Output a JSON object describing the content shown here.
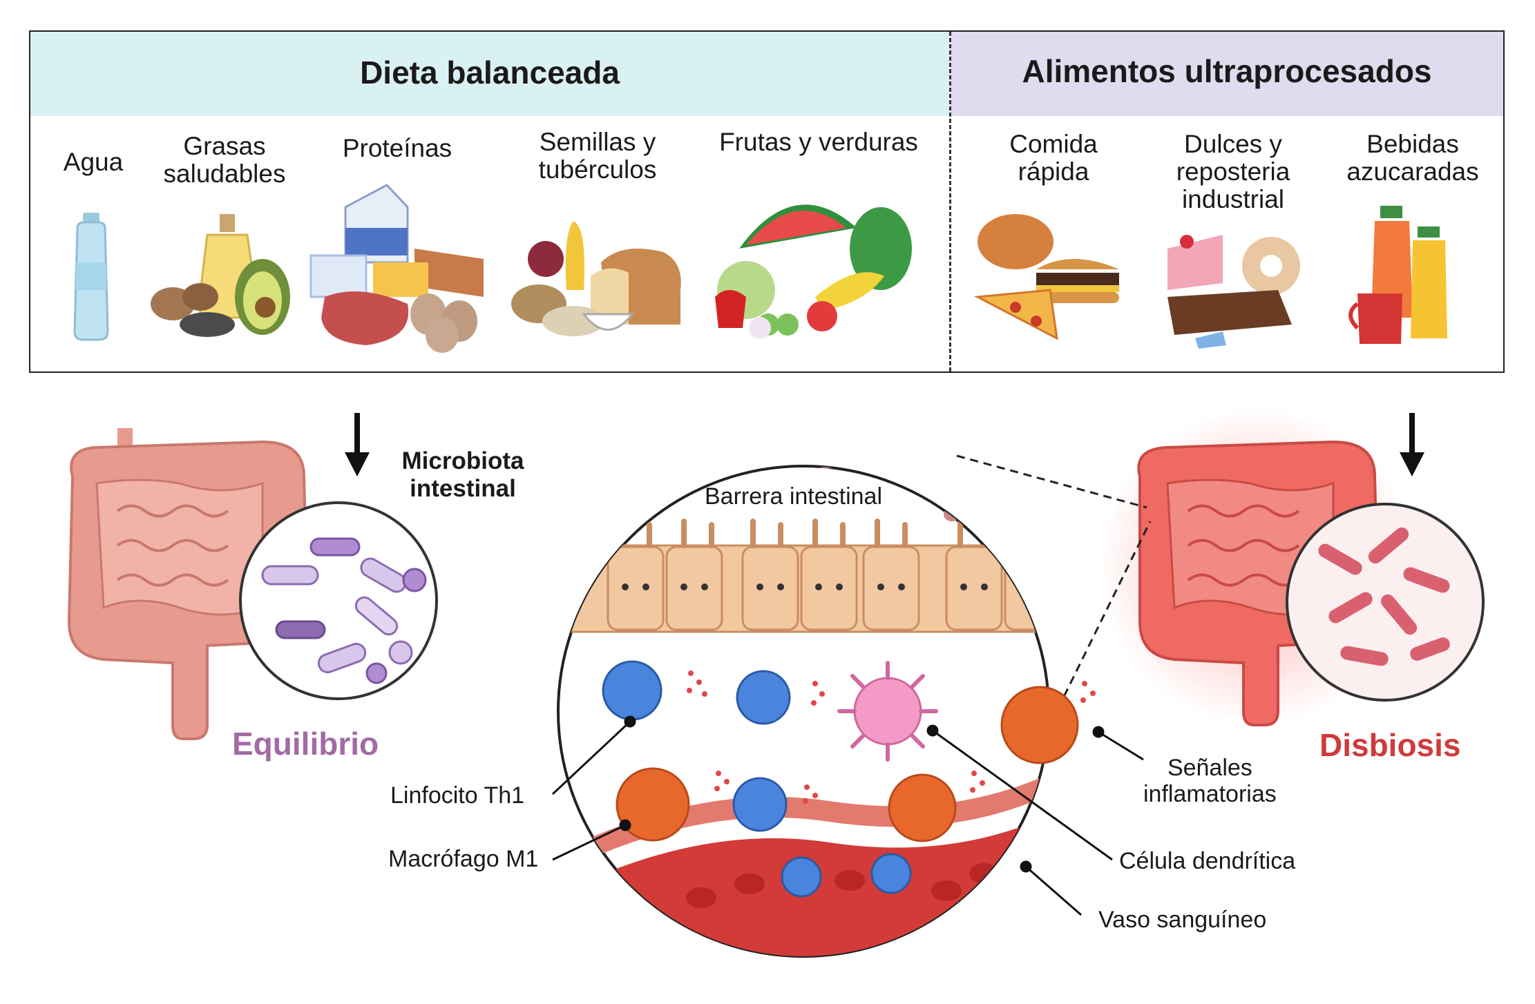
{
  "panels": {
    "balanced": {
      "title": "Dieta balanceada",
      "items": [
        {
          "label_lines": [
            "Agua"
          ],
          "icon": "water-bottle-icon"
        },
        {
          "label_lines": [
            "Grasas",
            "saludables"
          ],
          "icon": "oil-avocado-nuts-icon"
        },
        {
          "label_lines": [
            "Proteínas"
          ],
          "icon": "milk-meat-eggs-icon"
        },
        {
          "label_lines": [
            "Semillas y",
            "tubérculos"
          ],
          "icon": "grains-bread-icon"
        },
        {
          "label_lines": [
            "Frutas y verduras"
          ],
          "icon": "fruits-vegetables-icon"
        }
      ]
    },
    "ultraprocessed": {
      "title": "Alimentos ultraprocesados",
      "items": [
        {
          "label_lines": [
            "Comida",
            "rápida"
          ],
          "icon": "fast-food-icon"
        },
        {
          "label_lines": [
            "Dulces y",
            "reposteria",
            "industrial"
          ],
          "icon": "sweets-icon"
        },
        {
          "label_lines": [
            "Bebidas",
            "azucaradas"
          ],
          "icon": "sugary-drinks-icon"
        }
      ]
    }
  },
  "left_state": {
    "label": "Equilibrio",
    "microbiota_label_lines": [
      "Microbiota",
      "intestinal"
    ]
  },
  "right_state": {
    "label": "Disbiosis"
  },
  "detail": {
    "barrier_label": "Barrera intestinal",
    "callouts": {
      "th1": "Linfocito Th1",
      "m1": "Macrófago M1",
      "signals_lines": [
        "Señales",
        "inflamatorias"
      ],
      "dendritic": "Célula dendrítica",
      "vessel": "Vaso sanguíneo"
    }
  },
  "colors": {
    "balanced_header": "#daf1f4",
    "ultra_header": "#e0dbee",
    "equilibrio": "#a36aa6",
    "disbiosis": "#cf3b3b",
    "gut_pink": "#e99a8e",
    "gut_inflamed": "#ef6a63"
  }
}
